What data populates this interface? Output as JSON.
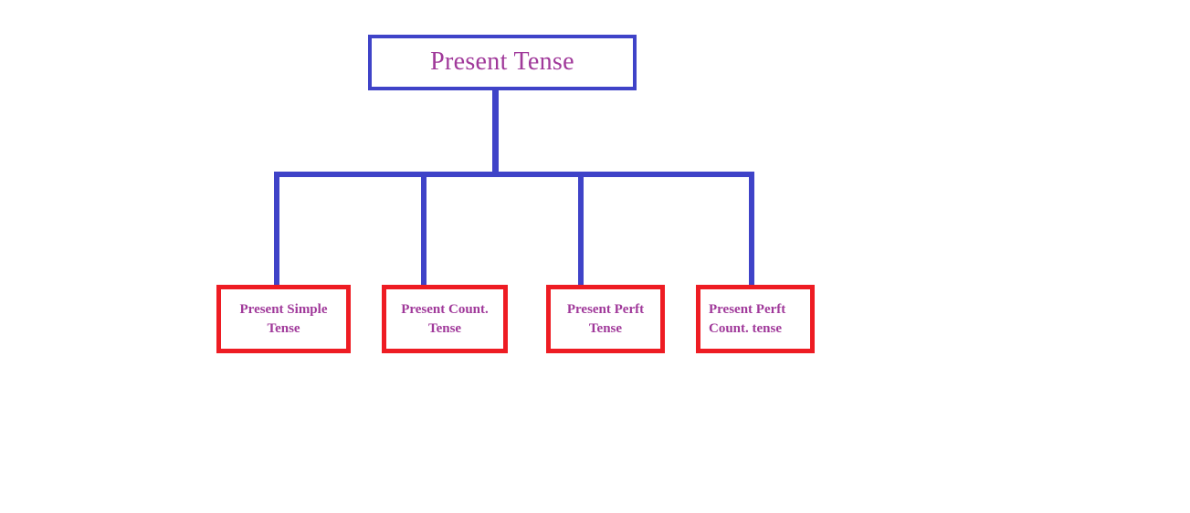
{
  "diagram": {
    "type": "tree",
    "title": "Present Tense",
    "root": {
      "label": "Present Tense",
      "border_color": "#3f43c8",
      "text_color": "#a0399a"
    },
    "connector_color": "#3f43c8",
    "children": [
      {
        "label": "Present Simple Tense",
        "line1": "Present Simple",
        "line2": "Tense",
        "border_color": "#ee1c23",
        "text_color": "#a0399a"
      },
      {
        "label": "Present Count. Tense",
        "line1": "Present Count.",
        "line2": "Tense",
        "border_color": "#ee1c23",
        "text_color": "#a0399a"
      },
      {
        "label": "Present Perft Tense",
        "line1": "Present Perft",
        "line2": "Tense",
        "border_color": "#ee1c23",
        "text_color": "#a0399a"
      },
      {
        "label": "Present Perft Count. tense",
        "line1": "Present Perft",
        "line2": "Count. tense",
        "border_color": "#ee1c23",
        "text_color": "#a0399a"
      }
    ]
  }
}
